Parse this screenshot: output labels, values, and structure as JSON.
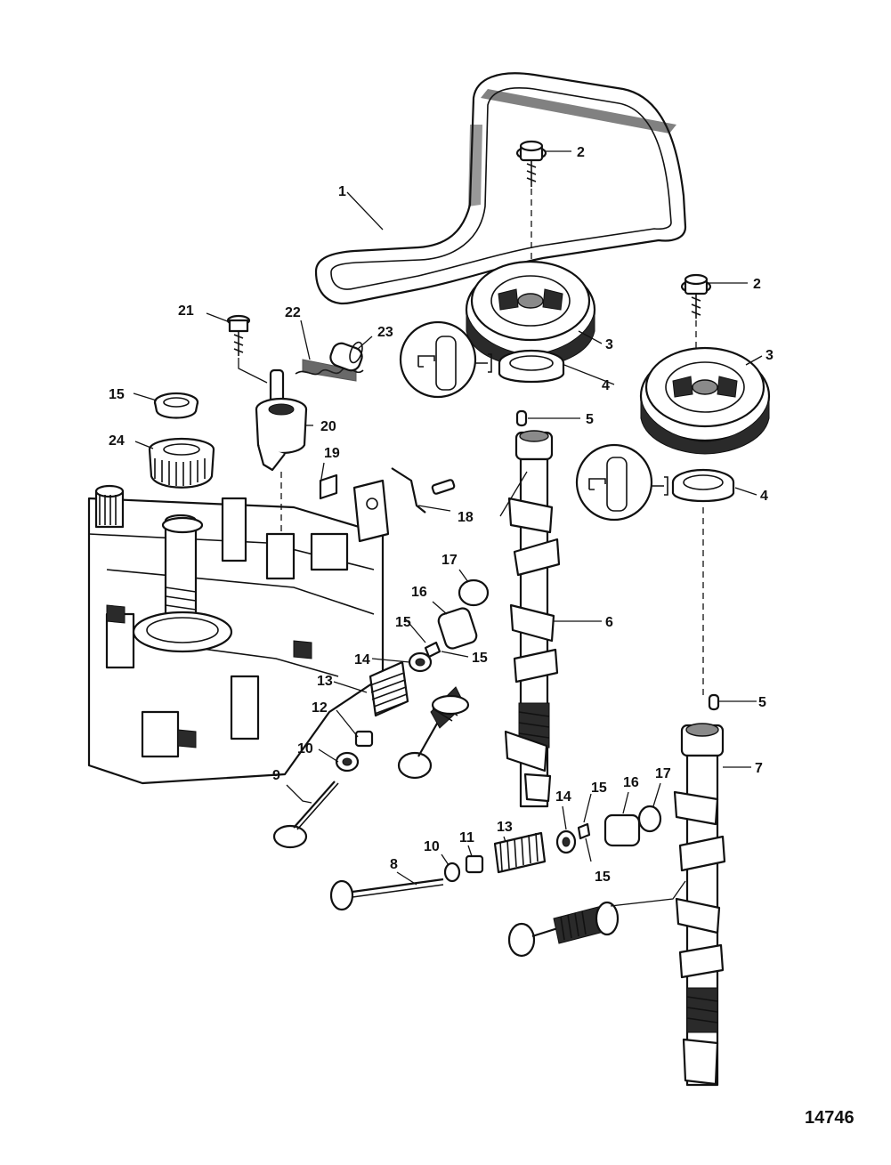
{
  "figure_number": "14746",
  "callouts": [
    {
      "id": "c1",
      "label": "1"
    },
    {
      "id": "c2a",
      "label": "2"
    },
    {
      "id": "c2b",
      "label": "2"
    },
    {
      "id": "c3a",
      "label": "3"
    },
    {
      "id": "c3b",
      "label": "3"
    },
    {
      "id": "c4a",
      "label": "4"
    },
    {
      "id": "c4b",
      "label": "4"
    },
    {
      "id": "c5a",
      "label": "5"
    },
    {
      "id": "c5b",
      "label": "5"
    },
    {
      "id": "c6",
      "label": "6"
    },
    {
      "id": "c7",
      "label": "7"
    },
    {
      "id": "c8",
      "label": "8"
    },
    {
      "id": "c9",
      "label": "9"
    },
    {
      "id": "c10a",
      "label": "10"
    },
    {
      "id": "c10b",
      "label": "10"
    },
    {
      "id": "c11",
      "label": "11"
    },
    {
      "id": "c12",
      "label": "12"
    },
    {
      "id": "c13a",
      "label": "13"
    },
    {
      "id": "c13b",
      "label": "13"
    },
    {
      "id": "c14a",
      "label": "14"
    },
    {
      "id": "c14b",
      "label": "14"
    },
    {
      "id": "c15a",
      "label": "15"
    },
    {
      "id": "c15b",
      "label": "15"
    },
    {
      "id": "c15c",
      "label": "15"
    },
    {
      "id": "c15d",
      "label": "15"
    },
    {
      "id": "c15e",
      "label": "15"
    },
    {
      "id": "c16a",
      "label": "16"
    },
    {
      "id": "c16b",
      "label": "16"
    },
    {
      "id": "c17a",
      "label": "17"
    },
    {
      "id": "c17b",
      "label": "17"
    },
    {
      "id": "c18",
      "label": "18"
    },
    {
      "id": "c19",
      "label": "19"
    },
    {
      "id": "c20",
      "label": "20"
    },
    {
      "id": "c21",
      "label": "21"
    },
    {
      "id": "c22",
      "label": "22"
    },
    {
      "id": "c23",
      "label": "23"
    },
    {
      "id": "c24",
      "label": "24"
    }
  ]
}
